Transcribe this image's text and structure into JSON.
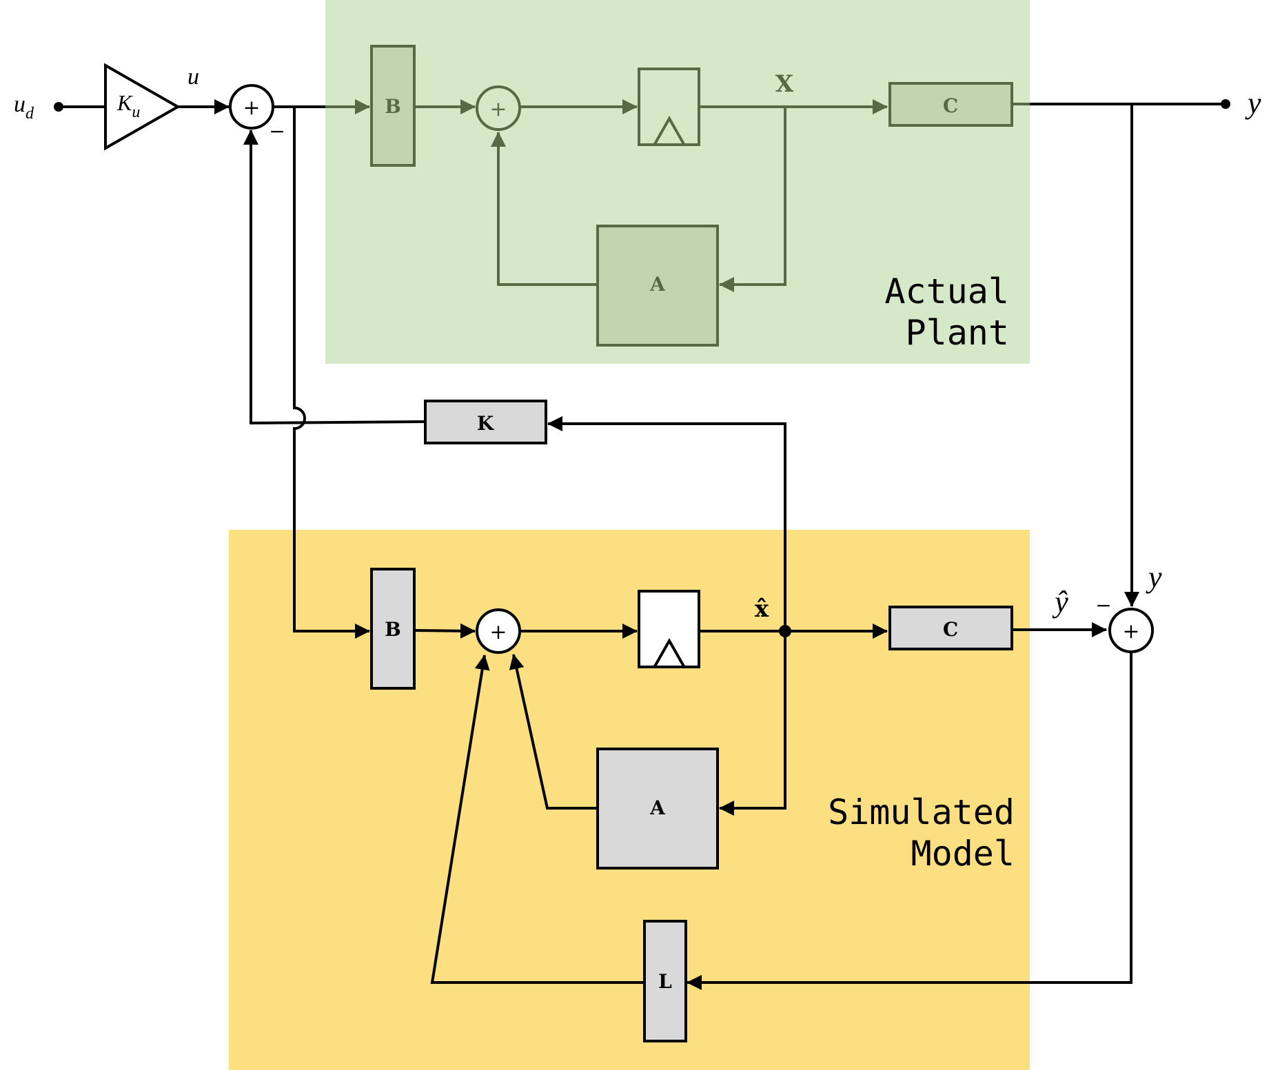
{
  "colors": {
    "plant_region": "#d5e8c8",
    "model_region": "#fcdf80",
    "plant_stroke": "#556b45",
    "plant_fill": "#bfd6b0",
    "block_fill": "#d9d9d9",
    "stroke": "#000000"
  },
  "labels": {
    "input": "u",
    "input_subscript": "d",
    "gain": "K",
    "gain_subscript": "u",
    "control": "u",
    "output": "y",
    "output_right": "y",
    "estimate_output": "ŷ",
    "minus_top": "−",
    "minus_right": "−",
    "sum": "+"
  },
  "plant": {
    "title_line1": "Actual",
    "title_line2": "Plant",
    "b": "B",
    "a": "A",
    "c": "C",
    "state": "X"
  },
  "model": {
    "title_line1": "Simulated",
    "title_line2": "Model",
    "b": "B",
    "a": "A",
    "c": "C",
    "state": "x̂"
  },
  "feedback": {
    "k": "K",
    "l": "L"
  }
}
